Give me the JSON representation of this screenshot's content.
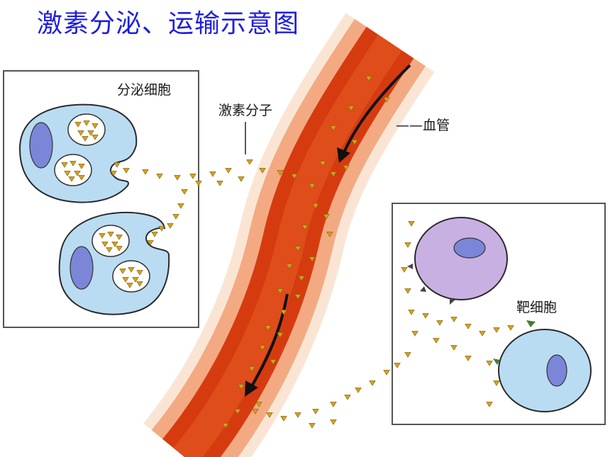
{
  "title": "激素分泌、运输示意图",
  "labels": {
    "secretory_cell": "分泌细胞",
    "hormone_molecule": "激素分子",
    "blood_vessel": "——血管",
    "target_cell": "靶细胞"
  },
  "colors": {
    "title": "#1f1fe0",
    "cell_blue": "#b9dcf2",
    "nucleus": "#7b86d8",
    "target_purple": "#c9b0e2",
    "hormone": "#d4a21a",
    "vessel": "#e8541c",
    "vessel_edge": "#f3c2a0"
  }
}
